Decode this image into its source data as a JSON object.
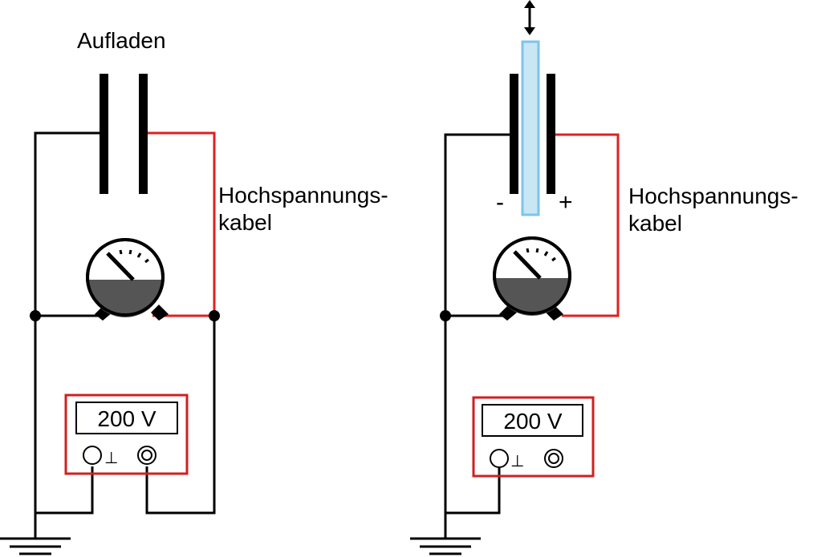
{
  "left_circuit": {
    "title": "Aufladen",
    "cable_label_line1": "Hochspannungs-",
    "cable_label_line2": "kabel",
    "display_value": "200 V",
    "ground_symbol": "⊥"
  },
  "right_circuit": {
    "cable_label_line1": "Hochspannungs-",
    "cable_label_line2": "kabel",
    "display_value": "200 V",
    "ground_symbol": "⊥",
    "minus_sign": "-",
    "plus_sign": "+",
    "dielectric_motion_icon": "double-arrow-vertical-icon"
  },
  "colors": {
    "wire": "#000000",
    "hv_cable": "#e02020",
    "dielectric_fill": "#c8e6f4",
    "dielectric_border": "#7cc4ec",
    "meter_body": "#555555"
  }
}
